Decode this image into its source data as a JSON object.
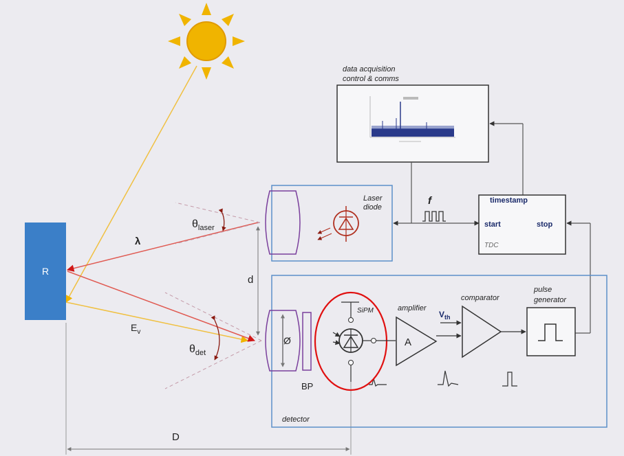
{
  "target": {
    "label": "R"
  },
  "labels": {
    "lambda": "λ",
    "theta_laser_main": "θ",
    "theta_laser_sub": "laser",
    "theta_det_main": "θ",
    "theta_det_sub": "det",
    "ev_main": "E",
    "ev_sub": "v",
    "d": "d",
    "D": "D",
    "diameter": "Ø",
    "bp": "BP",
    "f": "f",
    "vth_main": "V",
    "vth_sub": "th"
  },
  "blocks": {
    "daq_line1": "data acquisition",
    "daq_line2": "control & comms",
    "laser_line1": "Laser",
    "laser_line2": "diode",
    "timestamp": "timestamp",
    "start": "start",
    "stop": "stop",
    "tdc": "TDC",
    "sipm": "SiPM",
    "amplifier": "amplifier",
    "amp_symbol": "A",
    "comparator": "comparator",
    "pulse_line1": "pulse",
    "pulse_line2": "generator",
    "detector": "detector"
  },
  "colors": {
    "target_fill": "#3b7fc8",
    "sun": "#f0b400",
    "laser_ray": "#e05a52",
    "sun_ray": "#f0c040",
    "lens": "#7a3f9c",
    "box_blue": "#5b8fc9",
    "highlight": "#e01010",
    "laser_icon": "#b03020"
  }
}
